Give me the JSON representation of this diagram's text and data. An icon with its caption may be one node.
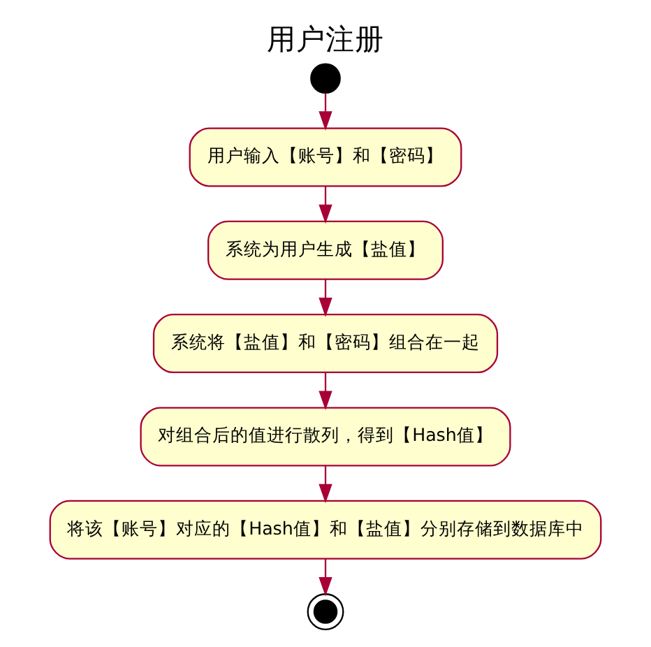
{
  "diagram": {
    "title": "用户注册",
    "nodes": [
      {
        "text": [],
        "shape": "circle"
      },
      {
        "text": [
          "用户输入【账号】和【密码】"
        ]
      },
      {
        "text": [
          "系统为用户生成【盐值】"
        ]
      },
      {
        "text": [
          "系统将【盐值】和【密码】组合在一起"
        ]
      },
      {
        "text": [
          "对组合后的值进行散列，得到【Hash值】"
        ]
      },
      {
        "text": [
          "将该【账号】对应的【Hash值】和【盐值】分别存储到数据库中"
        ]
      },
      {
        "text": [],
        "shape": "circle"
      }
    ],
    "edges": [
      {
        "from": 0,
        "to": 1,
        "arrow": "to"
      },
      {
        "from": 1,
        "to": 2,
        "arrow": "to"
      },
      {
        "from": 2,
        "to": 3,
        "arrow": "to"
      },
      {
        "from": 3,
        "to": 4,
        "arrow": "to"
      },
      {
        "from": 4,
        "to": 5,
        "arrow": "to"
      },
      {
        "from": 5,
        "to": 6,
        "arrow": "to"
      }
    ]
  }
}
